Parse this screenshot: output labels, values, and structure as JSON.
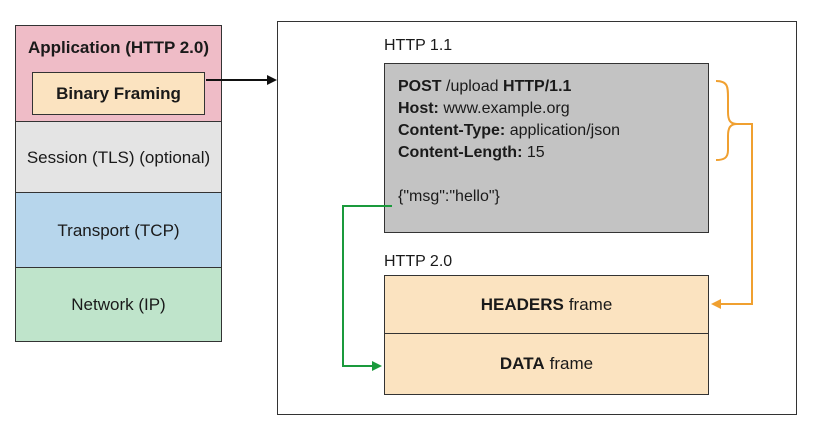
{
  "stack": {
    "application_label": "Application (HTTP 2.0)",
    "framing_label": "Binary Framing",
    "session_label": "Session (TLS) (optional)",
    "transport_label": "Transport (TCP)",
    "network_label": "Network (IP)"
  },
  "http11": {
    "label": "HTTP 1.1",
    "request_method": "POST",
    "request_path": " /upload ",
    "request_version": "HTTP/1.1",
    "host_key": "Host:",
    "host_value": " www.example.org",
    "content_type_key": "Content-Type:",
    "content_type_value": " application/json",
    "content_length_key": "Content-Length:",
    "content_length_value": " 15",
    "body": "{\"msg\":\"hello\"}"
  },
  "http20": {
    "label": "HTTP 2.0",
    "headers_frame_bold": "HEADERS",
    "headers_frame_suffix": "frame",
    "data_frame_bold": "DATA",
    "data_frame_suffix": "frame"
  },
  "colors": {
    "application": "#efbcc7",
    "framing": "#fbe3c0",
    "session": "#e4e4e4",
    "transport": "#b7d6ec",
    "network": "#bfe4cb",
    "request_box": "#c3c3c3",
    "headers_arrow": "#f0a030",
    "body_arrow": "#1a9a3c"
  }
}
